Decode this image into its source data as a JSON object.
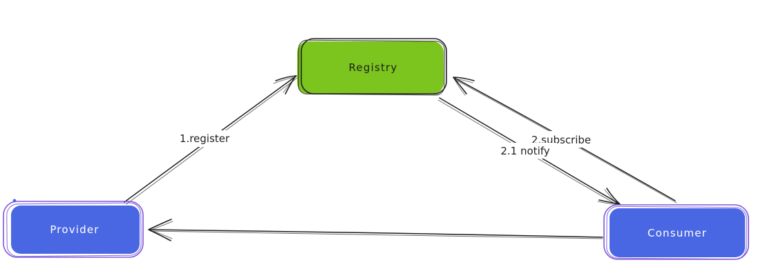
{
  "canvas": {
    "background": "#ffffff"
  },
  "arrow_color": "#1e1e1e",
  "nodes": {
    "registry": {
      "label": "Registry",
      "fill": "#7cc41e",
      "stroke": "#1e1e1e",
      "text_color": "#1e1e1e"
    },
    "provider": {
      "label": "Provider",
      "fill": "#4a67e3",
      "stroke": "#7f56d9",
      "text_color": "#ffffff"
    },
    "consumer": {
      "label": "Consumer",
      "fill": "#4a67e3",
      "stroke": "#7f56d9",
      "text_color": "#ffffff"
    }
  },
  "edges": {
    "register": {
      "label": "1.register",
      "from": "provider",
      "to": "registry"
    },
    "subscribe": {
      "label": "2.subscribe",
      "from": "consumer",
      "to": "registry"
    },
    "notify": {
      "label": "2.1 notify",
      "from": "registry",
      "to": "consumer"
    },
    "consume": {
      "label": "",
      "from": "consumer",
      "to": "provider"
    }
  }
}
